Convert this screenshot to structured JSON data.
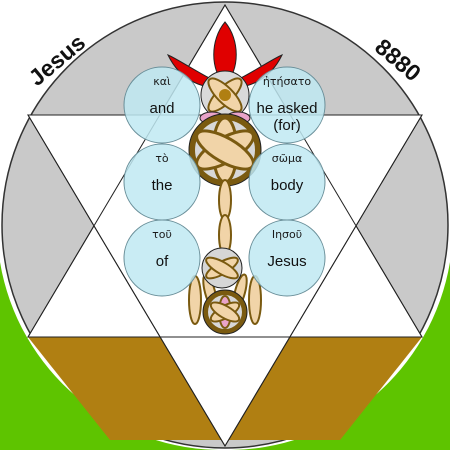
{
  "corner_word": "Jesus",
  "corner_number": "8880",
  "colors": {
    "disc": "#c9c9c9",
    "ground_left": "#5ec400",
    "ground_right": "#5ec400",
    "lower_arm": "#b07f12",
    "star_fill": "#ffffff",
    "bubble_fill": "#bfe9f2",
    "bubble_stroke": "#6a8f99",
    "vesica_outer": "#7a5a10",
    "vesica_inner": "#f1d4a8",
    "red_petal": "#e00000",
    "pink_petal": "#e9a3c9"
  },
  "words": [
    {
      "greek": "καὶ",
      "english": "and"
    },
    {
      "greek": "ἠτήσατο",
      "english": "he asked\n(for)"
    },
    {
      "greek": "τὸ",
      "english": "the"
    },
    {
      "greek": "σῶμα",
      "english": "body"
    },
    {
      "greek": "τοῦ",
      "english": "of"
    },
    {
      "greek": "Ιησοῦ",
      "english": "Jesus"
    }
  ]
}
